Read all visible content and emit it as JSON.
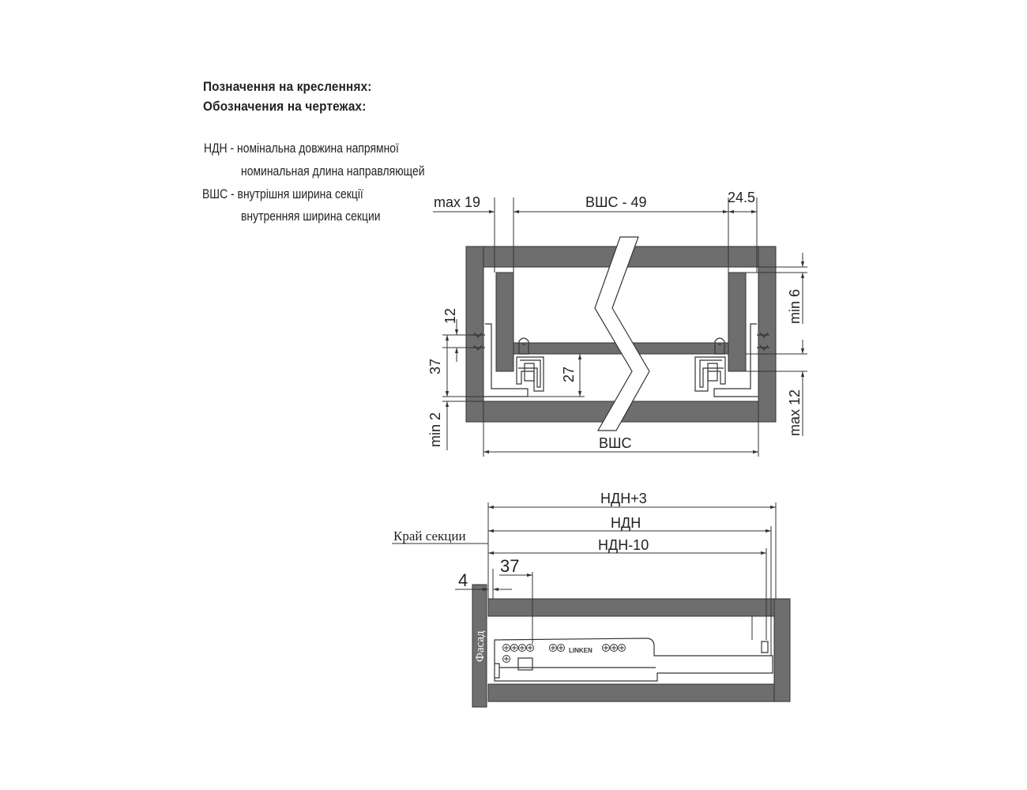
{
  "legend": {
    "heading_ua": "Позначення на кресленнях:",
    "heading_ru": "Обозначения на чертежах:",
    "items": [
      {
        "abbr": "НДН",
        "ua": "номінальна довжина напрямної",
        "ru": "номинальная длина направляющей"
      },
      {
        "abbr": "ВШС",
        "ua": "внутрішня ширина секції",
        "ru": "внутренняя ширина секции"
      }
    ],
    "dash": "-"
  },
  "section_view": {
    "dims": {
      "max19": "max 19",
      "vshs49": "ВШС - 49",
      "d245": "24.5",
      "d12": "12",
      "d37": "37",
      "d27": "27",
      "min2": "min 2",
      "vshs": "ВШС",
      "min6": "min 6",
      "max12": "max 12"
    }
  },
  "side_view": {
    "dims": {
      "ndn3": "НДН+3",
      "ndn": "НДН",
      "ndn10": "НДН-10",
      "d37": "37",
      "d4": "4"
    },
    "edge_label": "Край секции",
    "facade_label": "Фасад",
    "brand": "LINKEN"
  },
  "colors": {
    "panel": "#6e6e6e",
    "line": "#333333",
    "background": "#ffffff"
  }
}
